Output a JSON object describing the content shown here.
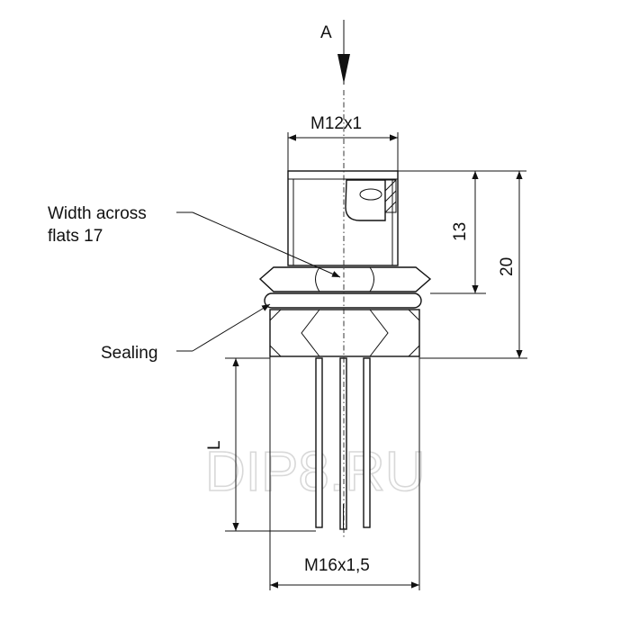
{
  "labels": {
    "view_arrow": "A",
    "thread_top": "M12x1",
    "width_across_line1": "Width across",
    "width_across_line2": "flats 17",
    "dim_13": "13",
    "dim_20": "20",
    "sealing": "Sealing",
    "dim_l": "L",
    "thread_bottom": "M16x1,5",
    "watermark": "DIP8.RU"
  }
}
